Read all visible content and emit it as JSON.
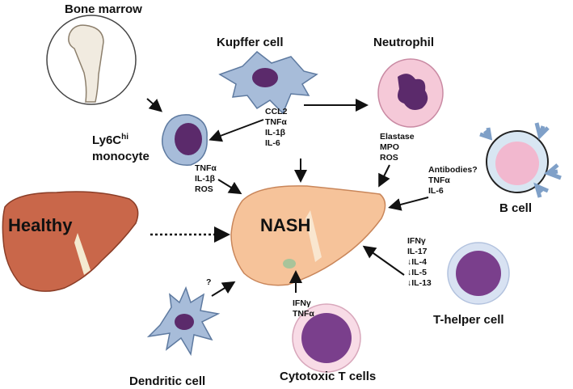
{
  "labels": {
    "bone_marrow": "Bone marrow",
    "kupffer": "Kupffer cell",
    "neutrophil": "Neutrophil",
    "monocyte_line1": "Ly6C",
    "monocyte_sup": "hi",
    "monocyte_line2": "monocyte",
    "b_cell": "B cell",
    "healthy": "Healthy",
    "nash": "NASH",
    "dendritic": "Dendritic cell",
    "cytotoxic": "Cytotoxic T cells",
    "thelper": "T-helper cell",
    "dendritic_question": "?"
  },
  "mediators": {
    "kupffer": [
      "CCL2",
      "TNFα",
      "IL-1β",
      "IL-6"
    ],
    "neutrophil": [
      "Elastase",
      "MPO",
      "ROS"
    ],
    "monocyte": [
      "TNFα",
      "IL-1β",
      "ROS"
    ],
    "b_cell": [
      "Antibodies?",
      "TNFα",
      "IL-6"
    ],
    "thelper": [
      "IFNγ",
      "IL-17",
      "↓IL-4",
      "↓IL-5",
      "↓IL-13"
    ],
    "cytotoxic": [
      "IFNγ",
      "TNFα"
    ]
  },
  "colors": {
    "liver_healthy": "#c9674a",
    "liver_nash": "#f6c39a",
    "cell_blue": "#a7bcd9",
    "nucleus": "#5b2a6b",
    "neutrophil_pink": "#f5c9d8",
    "bcell_pink": "#f2b8cf",
    "tcell_purple": "#7a3f8c"
  }
}
